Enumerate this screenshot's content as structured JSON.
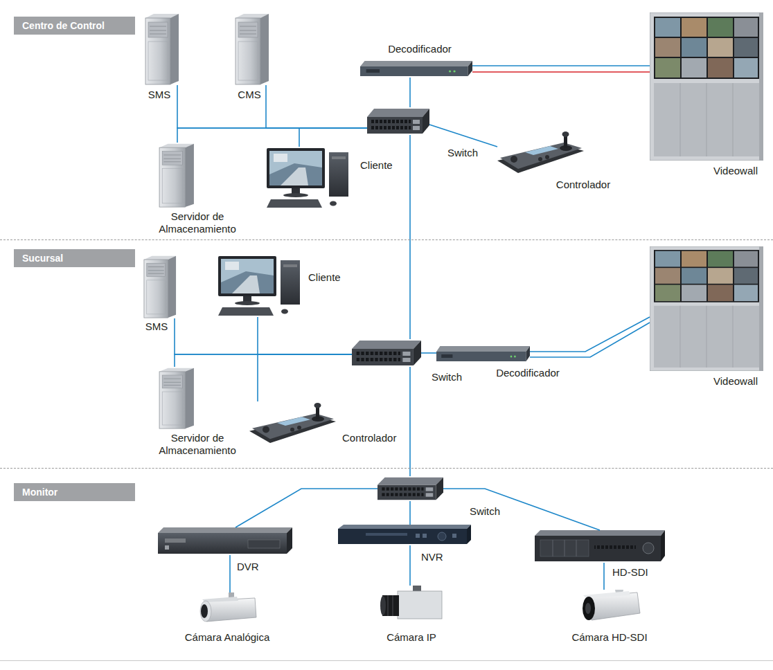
{
  "diagram": {
    "nodes": [
      {
        "text": [
          "Centro de Control"
        ]
      },
      {
        "text": [
          "SMS"
        ],
        "in": 0
      },
      {
        "text": [
          "CMS"
        ],
        "in": 0
      },
      {
        "text": [
          "Decodificador"
        ],
        "in": 0
      },
      {
        "text": [
          "Videowall"
        ],
        "in": 0
      },
      {
        "text": [
          "Servidor de Almacenamiento"
        ],
        "in": 0
      },
      {
        "text": [
          "Cliente"
        ],
        "in": 0
      },
      {
        "text": [
          "Switch"
        ],
        "in": 0
      },
      {
        "text": [
          "Controlador"
        ],
        "in": 0
      },
      {
        "text": [
          "Sucursal"
        ]
      },
      {
        "text": [
          "SMS"
        ],
        "in": 9
      },
      {
        "text": [
          "Cliente"
        ],
        "in": 9
      },
      {
        "text": [
          "Videowall"
        ],
        "in": 9
      },
      {
        "text": [
          "Switch"
        ],
        "in": 9
      },
      {
        "text": [
          "Decodificador"
        ],
        "in": 9
      },
      {
        "text": [
          "Servidor de Almacenamiento"
        ],
        "in": 9
      },
      {
        "text": [
          "Controlador"
        ],
        "in": 9
      },
      {
        "text": [
          "Monitor"
        ]
      },
      {
        "text": [
          "Switch"
        ],
        "in": 17
      },
      {
        "text": [
          "DVR"
        ],
        "in": 17
      },
      {
        "text": [
          "NVR"
        ],
        "in": 17
      },
      {
        "text": [
          "HD-SDI"
        ],
        "in": 17
      },
      {
        "text": [
          "Cámara Analógica"
        ],
        "in": 17
      },
      {
        "text": [
          "Cámara IP"
        ],
        "in": 17
      },
      {
        "text": [
          "Cámara HD-SDI"
        ],
        "in": 17
      }
    ],
    "edges": [
      {
        "from": 1,
        "to": 7,
        "arrow": "none"
      },
      {
        "from": 2,
        "to": 7,
        "arrow": "none"
      },
      {
        "from": 5,
        "to": 7,
        "arrow": "none"
      },
      {
        "from": 6,
        "to": 7,
        "arrow": "none"
      },
      {
        "from": 3,
        "to": 7,
        "arrow": "none"
      },
      {
        "from": 3,
        "to": 4,
        "arrow": "none"
      },
      {
        "from": 3,
        "to": 4,
        "arrow": "none"
      },
      {
        "from": 7,
        "to": 8,
        "arrow": "none"
      },
      {
        "from": 7,
        "to": 13,
        "arrow": "none"
      },
      {
        "from": 10,
        "to": 13,
        "arrow": "none"
      },
      {
        "from": 15,
        "to": 13,
        "arrow": "none"
      },
      {
        "from": 11,
        "to": 13,
        "arrow": "none"
      },
      {
        "from": 16,
        "to": 13,
        "arrow": "none"
      },
      {
        "from": 13,
        "to": 14,
        "arrow": "none"
      },
      {
        "from": 14,
        "to": 12,
        "arrow": "none"
      },
      {
        "from": 14,
        "to": 12,
        "arrow": "none"
      },
      {
        "from": 13,
        "to": 18,
        "arrow": "none"
      },
      {
        "from": 18,
        "to": 19,
        "arrow": "none"
      },
      {
        "from": 18,
        "to": 20,
        "arrow": "none"
      },
      {
        "from": 18,
        "to": 21,
        "arrow": "none"
      },
      {
        "from": 19,
        "to": 22,
        "arrow": "none"
      },
      {
        "from": 20,
        "to": 23,
        "arrow": "none"
      },
      {
        "from": 21,
        "to": 24,
        "arrow": "none"
      }
    ]
  }
}
